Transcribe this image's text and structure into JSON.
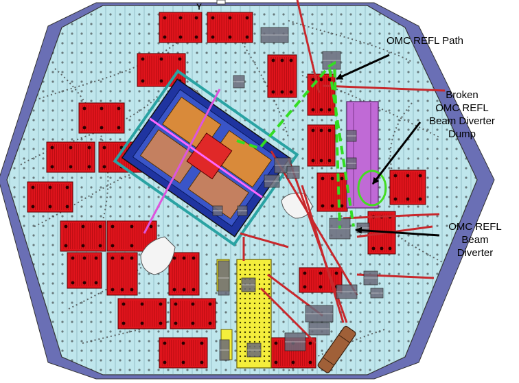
{
  "diagram": {
    "axis_label": "Y",
    "annotations": [
      {
        "id": "omc-refl-path",
        "lines": [
          "OMC REFL Path"
        ]
      },
      {
        "id": "broken-dump",
        "lines": [
          "Broken",
          "OMC REFL",
          "Beam Diverter",
          "Dump"
        ]
      },
      {
        "id": "beam-diverter",
        "lines": [
          "OMC REFL",
          "Beam",
          "Diverter"
        ]
      }
    ]
  },
  "colors": {
    "table_fill": "#bfe6ec",
    "grid_line": "#5f8f99",
    "frame": "#5a5fa8",
    "red_plate": "#e0141c",
    "yellow_plate": "#f4ee3c",
    "magenta_plate": "#c06ad6",
    "blue_platform": "#2a3ea8",
    "orange_optics": "#e09030",
    "beam_path_green": "#33dd22",
    "highlight_circle": "#44dd22",
    "beam_tube_red": "#c8282c"
  }
}
